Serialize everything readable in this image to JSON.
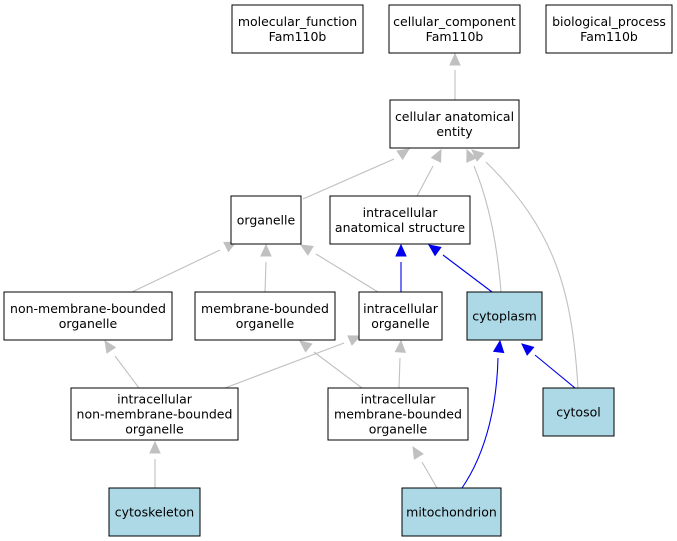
{
  "colors": {
    "background": "#ffffff",
    "node_border": "#000000",
    "node_fill_default": "#ffffff",
    "node_fill_highlight": "#add8e6",
    "edge_default": "#c0c0c0",
    "edge_highlight": "#0000ee"
  },
  "nodes": [
    {
      "id": "molecular_function",
      "lines": [
        "molecular_function",
        "Fam110b"
      ],
      "highlight": false
    },
    {
      "id": "cellular_component",
      "lines": [
        "cellular_component",
        "Fam110b"
      ],
      "highlight": false
    },
    {
      "id": "biological_process",
      "lines": [
        "biological_process",
        "Fam110b"
      ],
      "highlight": false
    },
    {
      "id": "cellular_anatomical_entity",
      "lines": [
        "cellular anatomical",
        "entity"
      ],
      "highlight": false
    },
    {
      "id": "organelle",
      "lines": [
        "organelle"
      ],
      "highlight": false
    },
    {
      "id": "intracellular_anatomical_structure",
      "lines": [
        "intracellular",
        "anatomical structure"
      ],
      "highlight": false
    },
    {
      "id": "non_membrane_bounded_organelle",
      "lines": [
        "non-membrane-bounded",
        "organelle"
      ],
      "highlight": false
    },
    {
      "id": "membrane_bounded_organelle",
      "lines": [
        "membrane-bounded",
        "organelle"
      ],
      "highlight": false
    },
    {
      "id": "intracellular_organelle",
      "lines": [
        "intracellular",
        "organelle"
      ],
      "highlight": false
    },
    {
      "id": "cytoplasm",
      "lines": [
        "cytoplasm"
      ],
      "highlight": true
    },
    {
      "id": "intracellular_non_membrane_bounded_organelle",
      "lines": [
        "intracellular",
        "non-membrane-bounded",
        "organelle"
      ],
      "highlight": false
    },
    {
      "id": "intracellular_membrane_bounded_organelle",
      "lines": [
        "intracellular",
        "membrane-bounded",
        "organelle"
      ],
      "highlight": false
    },
    {
      "id": "cytosol",
      "lines": [
        "cytosol"
      ],
      "highlight": true
    },
    {
      "id": "cytoskeleton",
      "lines": [
        "cytoskeleton"
      ],
      "highlight": true
    },
    {
      "id": "mitochondrion",
      "lines": [
        "mitochondrion"
      ],
      "highlight": true
    }
  ],
  "edges": [
    {
      "from": "cellular_anatomical_entity",
      "to": "cellular_component",
      "highlight": false
    },
    {
      "from": "organelle",
      "to": "cellular_anatomical_entity",
      "highlight": false
    },
    {
      "from": "intracellular_anatomical_structure",
      "to": "cellular_anatomical_entity",
      "highlight": false
    },
    {
      "from": "cytoplasm",
      "to": "cellular_anatomical_entity",
      "highlight": false
    },
    {
      "from": "cytosol",
      "to": "cellular_anatomical_entity",
      "highlight": false
    },
    {
      "from": "non_membrane_bounded_organelle",
      "to": "organelle",
      "highlight": false
    },
    {
      "from": "membrane_bounded_organelle",
      "to": "organelle",
      "highlight": false
    },
    {
      "from": "intracellular_organelle",
      "to": "organelle",
      "highlight": false
    },
    {
      "from": "intracellular_organelle",
      "to": "intracellular_anatomical_structure",
      "highlight": true
    },
    {
      "from": "cytoplasm",
      "to": "intracellular_anatomical_structure",
      "highlight": true
    },
    {
      "from": "intracellular_non_membrane_bounded_organelle",
      "to": "non_membrane_bounded_organelle",
      "highlight": false
    },
    {
      "from": "intracellular_non_membrane_bounded_organelle",
      "to": "intracellular_organelle",
      "highlight": false
    },
    {
      "from": "intracellular_membrane_bounded_organelle",
      "to": "membrane_bounded_organelle",
      "highlight": false
    },
    {
      "from": "intracellular_membrane_bounded_organelle",
      "to": "intracellular_organelle",
      "highlight": false
    },
    {
      "from": "cytosol",
      "to": "cytoplasm",
      "highlight": true
    },
    {
      "from": "mitochondrion",
      "to": "cytoplasm",
      "highlight": true
    },
    {
      "from": "mitochondrion",
      "to": "intracellular_membrane_bounded_organelle",
      "highlight": false
    },
    {
      "from": "cytoskeleton",
      "to": "intracellular_non_membrane_bounded_organelle",
      "highlight": false
    }
  ]
}
